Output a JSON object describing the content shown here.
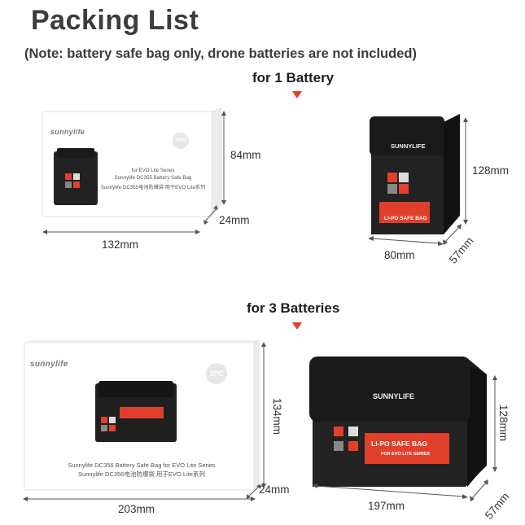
{
  "title": "Packing List",
  "note": "(Note: battery safe bag only, drone batteries are not included)",
  "section1": {
    "heading": "for 1 Battery",
    "box": {
      "logo": "sunnylife",
      "badge": "1PC",
      "line1": "for EVO Lite Series",
      "line2": "Sunnylife DC355 Battery Safe Bag",
      "line3": "Sunnylife DC355电池防爆袋    用于EVO Lite系列",
      "height": "84mm",
      "depth": "24mm",
      "width": "132mm"
    },
    "bag": {
      "logo": "SUNNYLIFE",
      "label": "LI-PO SAFE BAG",
      "height": "128mm",
      "width": "80mm",
      "depth": "57mm"
    }
  },
  "section2": {
    "heading": "for 3 Batteries",
    "box": {
      "logo": "sunnylife",
      "badge": "3PC",
      "line1": "Sunnylife DC356 Battery Safe Bag for EVO Lite Series",
      "line2": "Sunnylife DC356电池防爆袋    用于EVO Lite系列",
      "height": "134mm",
      "depth": "24mm",
      "width": "203mm"
    },
    "bag": {
      "logo": "SUNNYLIFE",
      "label": "LI-PO SAFE BAG",
      "sublabel": "FOR EVO LITE SERIES",
      "height": "128mm",
      "width": "197mm",
      "depth": "57mm"
    }
  },
  "colors": {
    "accent": "#e2402a",
    "bag": "#1d1d1d",
    "label_red": "#e0402b"
  }
}
